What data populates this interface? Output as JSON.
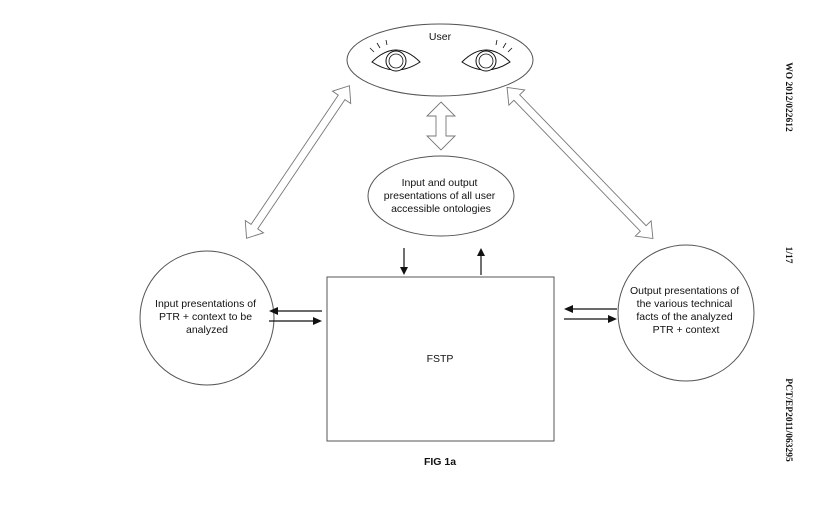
{
  "diagram": {
    "user_label": "User",
    "ontologies_label": [
      "Input and output",
      "presentations of all user",
      "accessible ontologies"
    ],
    "input_label": [
      "Input presentations of",
      "PTR + context to be",
      "analyzed"
    ],
    "output_label": [
      "Output presentations of",
      "the various technical",
      "facts of the analyzed",
      "PTR + context"
    ],
    "fstp_label": "FSTP",
    "figure_caption": "FIG 1a"
  },
  "margin_text": {
    "publication_number": "WO 2012/022612",
    "page_number": "1/17",
    "application_number": "PCT/EP2011/063295"
  }
}
